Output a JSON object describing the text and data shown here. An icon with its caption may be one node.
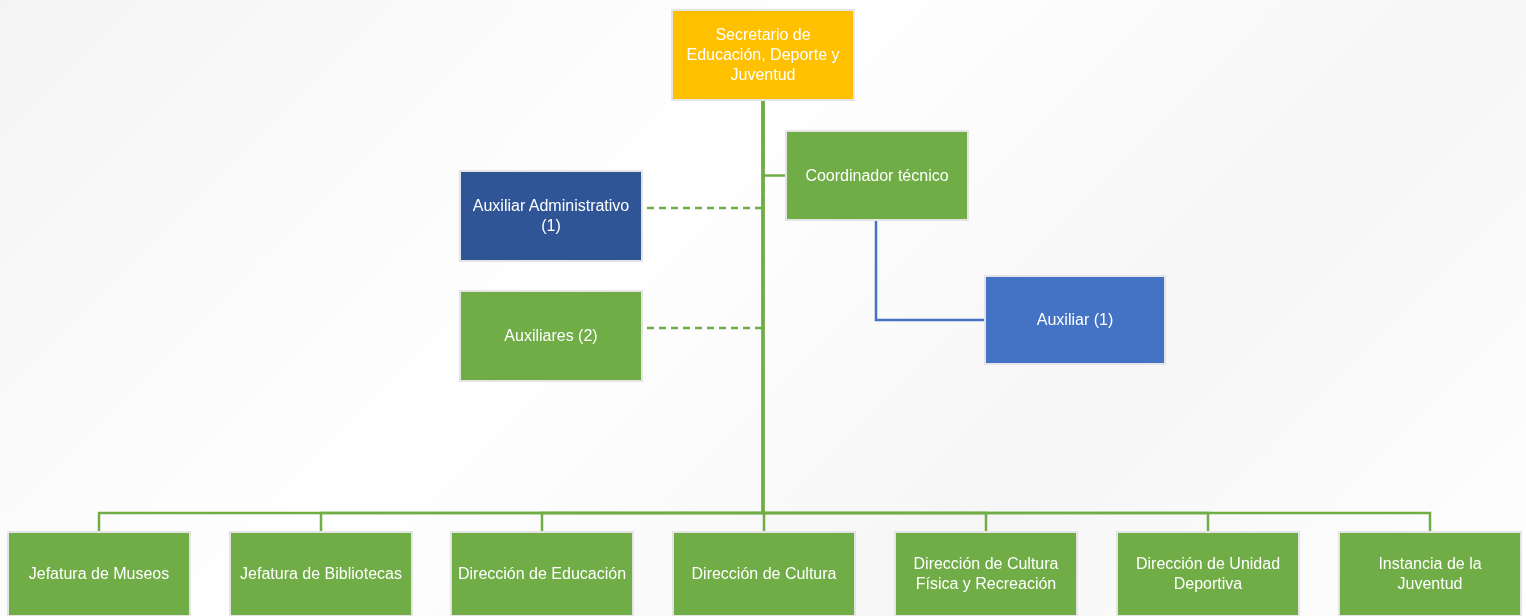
{
  "diagram": {
    "nodes": [
      {
        "text": [
          "Secretario de Educación, Deporte y Juventud"
        ]
      },
      {
        "text": [
          "Coordinador técnico"
        ]
      },
      {
        "text": [
          "Auxiliar Administrativo (1)"
        ]
      },
      {
        "text": [
          "Auxiliares (2)"
        ]
      },
      {
        "text": [
          "Auxiliar (1)"
        ]
      },
      {
        "text": [
          "Jefatura de Museos"
        ]
      },
      {
        "text": [
          "Jefatura de Bibliotecas"
        ]
      },
      {
        "text": [
          "Dirección de Educación"
        ]
      },
      {
        "text": [
          "Dirección de Cultura"
        ]
      },
      {
        "text": [
          "Dirección de Cultura Física y Recreación"
        ]
      },
      {
        "text": [
          "Dirección de Unidad Deportiva"
        ]
      },
      {
        "text": [
          "Instancia de la Juventud"
        ]
      }
    ],
    "edges": [
      {
        "from": 0,
        "to": 1,
        "arrow": "none"
      },
      {
        "from": 0,
        "to": 2,
        "arrow": "none",
        "style": "dashed"
      },
      {
        "from": 0,
        "to": 3,
        "arrow": "none",
        "style": "dashed"
      },
      {
        "from": 1,
        "to": 4,
        "arrow": "none",
        "color": "#4472c4"
      },
      {
        "from": 0,
        "to": 5,
        "arrow": "none"
      },
      {
        "from": 0,
        "to": 6,
        "arrow": "none"
      },
      {
        "from": 0,
        "to": 7,
        "arrow": "none"
      },
      {
        "from": 0,
        "to": 8,
        "arrow": "none"
      },
      {
        "from": 0,
        "to": 9,
        "arrow": "none"
      },
      {
        "from": 0,
        "to": 10,
        "arrow": "none"
      },
      {
        "from": 0,
        "to": 11,
        "arrow": "none"
      }
    ]
  }
}
